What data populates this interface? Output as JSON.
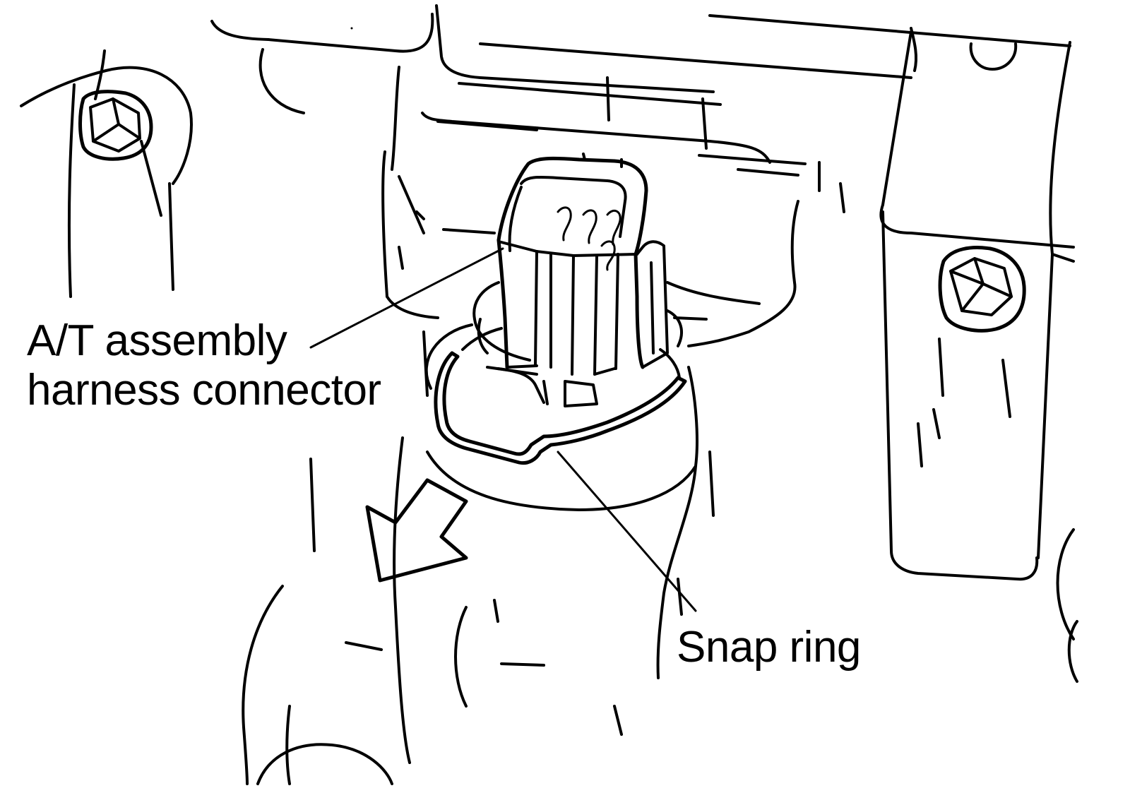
{
  "labels": {
    "connector_line1": "A/T assembly",
    "connector_line2": "harness connector",
    "snap_ring": "Snap ring"
  },
  "parts": {
    "left_bolt": "hex-bolt",
    "right_bolt": "hex-bolt",
    "connector": "at-assembly-harness-connector",
    "ring": "snap-ring",
    "arrow": "removal-direction-arrow"
  },
  "colors": {
    "ink": "#000000",
    "paper": "#ffffff"
  }
}
